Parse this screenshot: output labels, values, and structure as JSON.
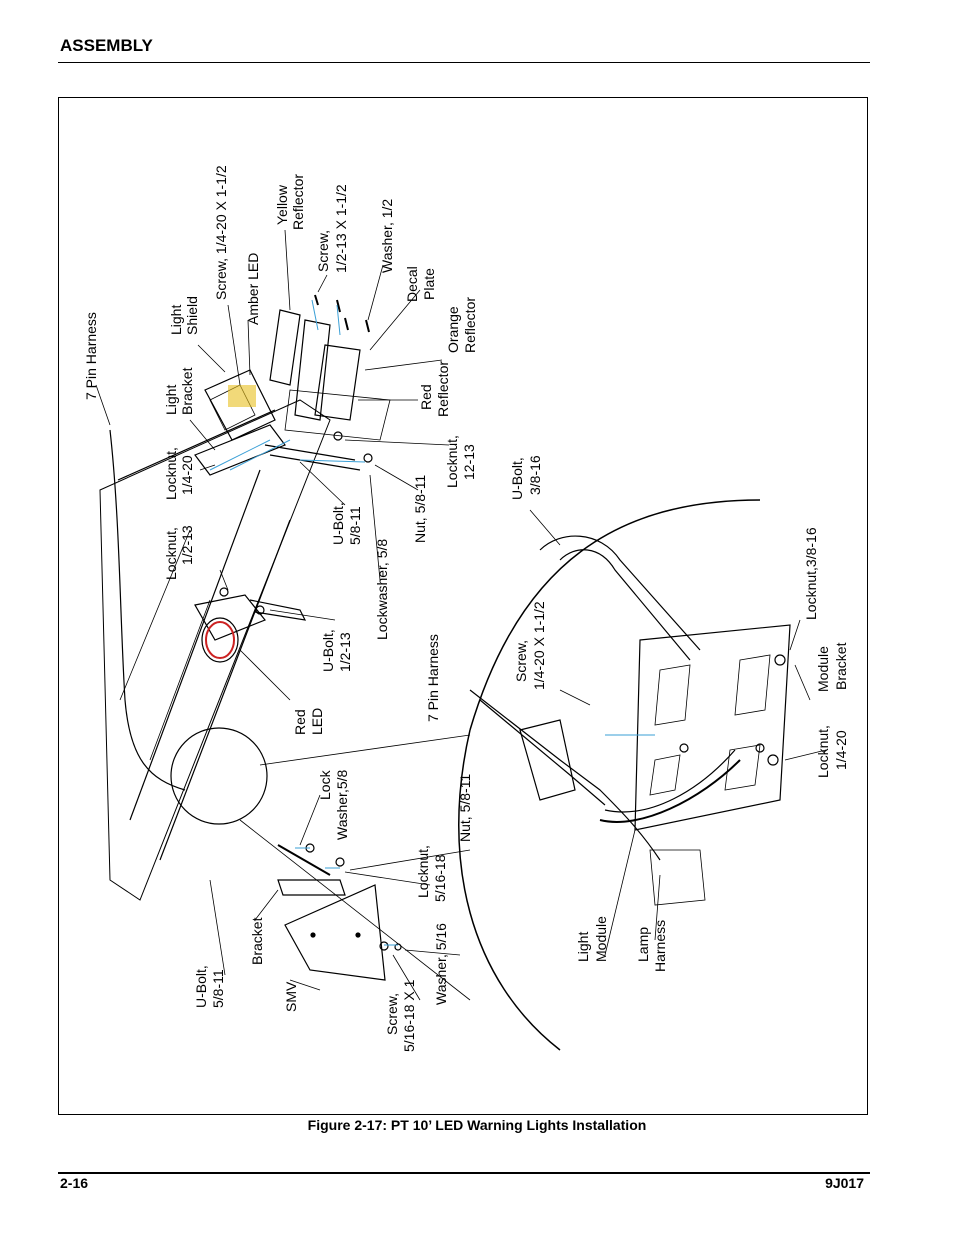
{
  "header": {
    "section_title": "ASSEMBLY"
  },
  "figure": {
    "caption": "Figure 2-17:  PT 10’ LED Warning Lights Installation",
    "labels": {
      "pin_harness_top": "7 Pin Harness",
      "light_bracket_1": "Light",
      "light_bracket_2": "Bracket",
      "light_shield_1": "Light",
      "light_shield_2": "Shield",
      "screw_quarter": "Screw, 1/4-20 X 1-1/2",
      "amber_led": "Amber LED",
      "yellow_reflector_1": "Yellow",
      "yellow_reflector_2": "Reflector",
      "screw_half_1": "Screw,",
      "screw_half_2": "1/2-13 X 1-1/2",
      "washer_half": "Washer, 1/2",
      "decal_plate_1": "Decal",
      "decal_plate_2": "Plate",
      "orange_reflector_1": "Orange",
      "orange_reflector_2": "Reflector",
      "red_reflector_1": "Red",
      "red_reflector_2": "Reflector",
      "locknut_12_1": "Locknut,",
      "locknut_12_2": "12-13",
      "locknut_quarter_top_1": "Locknut,",
      "locknut_quarter_top_2": "1/4-20",
      "nut_58_top": "Nut, 5/8-11",
      "ubolt_58_top_1": "U-Bolt,",
      "ubolt_58_top_2": "5/8-11",
      "ubolt_38_1": "U-Bolt,",
      "ubolt_38_2": "3/8-16",
      "locknut_half_1": "Locknut,",
      "locknut_half_2": "1/2-13",
      "lockwasher_58": "Lockwasher, 5/8",
      "ubolt_half_1": "U-Bolt,",
      "ubolt_half_2": "1/2-13",
      "locknut_38": "Locknut,3/8-16",
      "red_led_1": "Red",
      "red_led_2": "LED",
      "pin_harness_detail": "7 Pin Harness",
      "screw_quarter_detail_1": "Screw,",
      "screw_quarter_detail_2": "1/4-20 X 1-1/2",
      "module_bracket_1": "Module",
      "module_bracket_2": "Bracket",
      "lock_washer_1": "Lock",
      "lock_washer_2": "Washer,5/8",
      "nut_58_detail": "Nut, 5/8-11",
      "locknut_quarter_detail_1": "Locknut,",
      "locknut_quarter_detail_2": "1/4-20",
      "locknut_516_1": "Locknut,",
      "locknut_516_2": "5/16-18",
      "bracket": "Bracket",
      "washer_516": "Washer, 5/16",
      "ubolt_58_bottom_1": "U-Bolt,",
      "ubolt_58_bottom_2": "5/8-11",
      "smv": "SMV",
      "screw_516_1": "Screw,",
      "screw_516_2": "5/16-18 X 1",
      "light_module_1": "Light",
      "light_module_2": "Module",
      "lamp_harness_1": "Lamp",
      "lamp_harness_2": "Harness"
    }
  },
  "footer": {
    "page_number": "2-16",
    "doc_code": "9J017"
  },
  "colors": {
    "callout_blue": "#3a9fd6",
    "led_amber": "#e8c020",
    "led_red": "#cc2222"
  }
}
